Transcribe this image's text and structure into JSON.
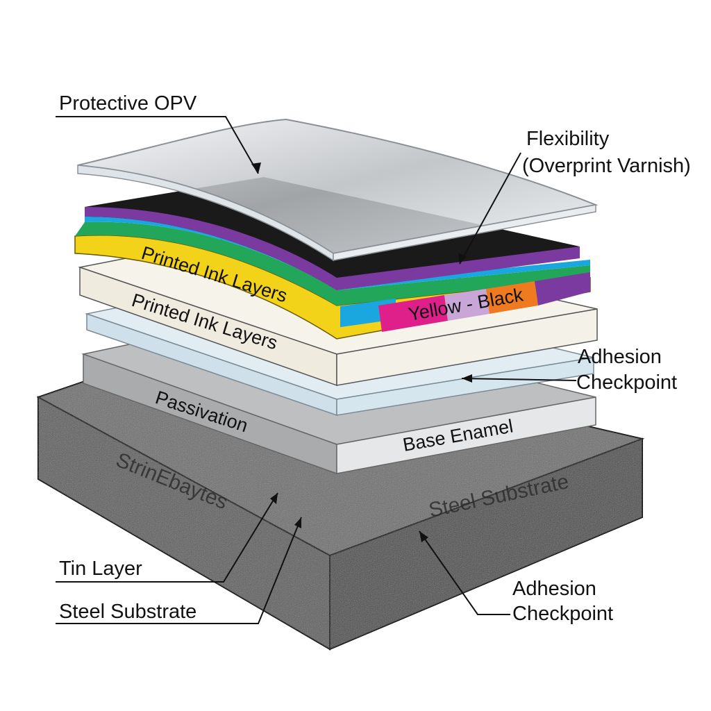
{
  "labels": {
    "protective_opv": "Protective OPV",
    "flexibility": "Flexibility",
    "overprint_varnish": "(Overprint Varnish)",
    "printed_ink_upper": "Printed Ink Layers",
    "printed_ink_lower": "Printed Ink Layers",
    "yellow_black": "Yellow - Black",
    "adhesion_checkpoint_upper_1": "Adhesion",
    "adhesion_checkpoint_upper_2": "Checkpoint",
    "passivation": "Passivation",
    "base_enamel": "Base Enamel",
    "block_left_text": "StrinEbaytes",
    "block_right_text": "Steel Substrate",
    "tin_layer": "Tin Layer",
    "steel_substrate": "Steel Substrate",
    "adhesion_checkpoint_lower_1": "Adhesion",
    "adhesion_checkpoint_lower_2": "Checkpoint"
  },
  "colors": {
    "substrate": "#5e5e5e",
    "enamel": "#c9cacb",
    "white_layer": "#f2efe6",
    "blue_layer": "#cfe0ea",
    "yellow": "#f3d21a",
    "purple": "#7a3aa0",
    "black": "#1a1a1a",
    "cyan": "#1aa7e0",
    "magenta": "#e0208a",
    "green": "#22a65a"
  }
}
